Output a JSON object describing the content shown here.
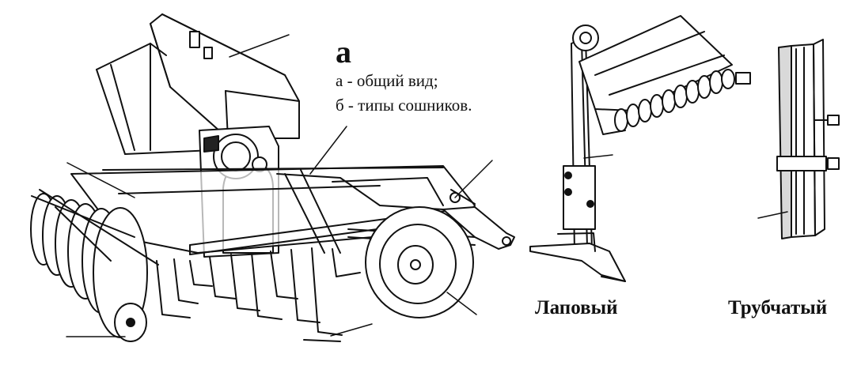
{
  "figure": {
    "letter": "а",
    "legend": [
      "а - общий вид;",
      "б - типы сошников."
    ],
    "coulters": [
      {
        "name": "Лаповый"
      },
      {
        "name": "Трубчатый"
      }
    ]
  },
  "colors": {
    "ink": "#111111",
    "background": "#ffffff",
    "shade": "#d9d9d9"
  }
}
